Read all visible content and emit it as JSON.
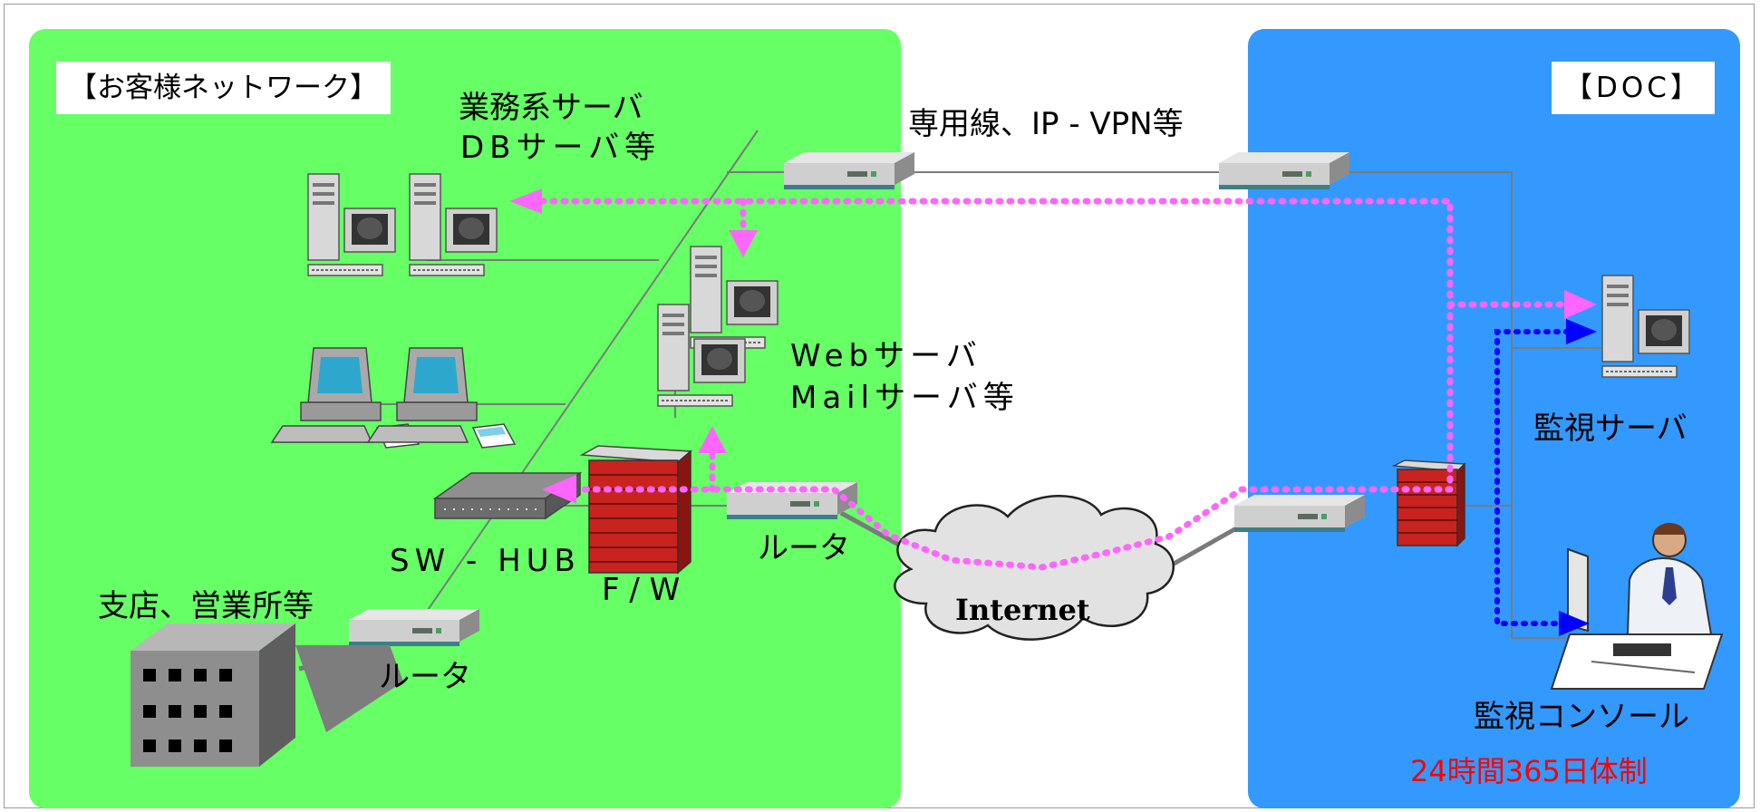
{
  "customer_network": {
    "title": "【お客様ネットワーク】"
  },
  "doc": {
    "title": "【DOC】"
  },
  "labels": {
    "business_server_line1": "業務系サーバ",
    "business_server_line2": "DBサーバ等",
    "leased_line": "専用線、IP - VPN等",
    "web_server_line1": "Webサーバ",
    "web_server_line2": "Mailサーバ等",
    "sw_hub": "SW - HUB",
    "firewall": "F / W",
    "router_main": "ルータ",
    "branch": "支店、営業所等",
    "router_branch": "ルータ",
    "internet": "Internet",
    "monitoring_server": "監視サーバ",
    "monitoring_console": "監視コンソール",
    "operation_hours": "24時間365日体制"
  },
  "colors": {
    "customer_zone": "#66ff66",
    "doc_zone": "#3399ff",
    "monitor_path": "#ff66ff",
    "console_path": "#0000ff",
    "operation_hours_text": "#ff0000"
  }
}
